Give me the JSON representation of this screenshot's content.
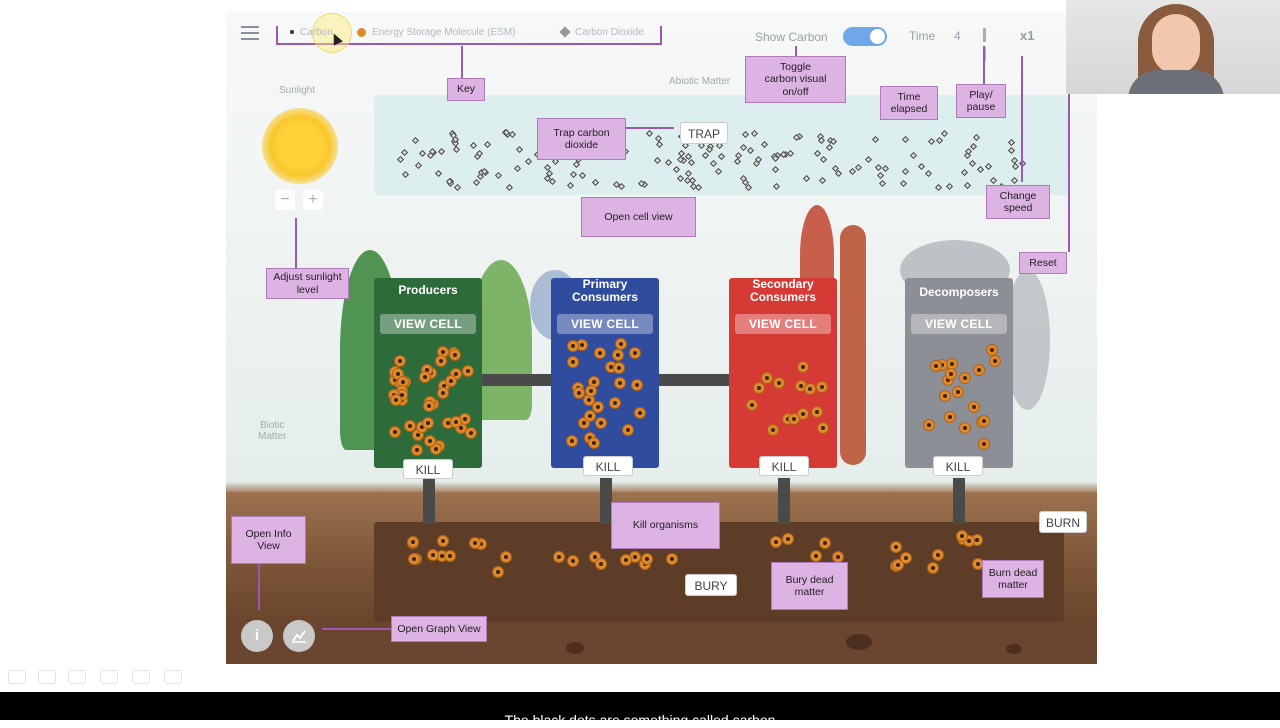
{
  "toolbar": {
    "menu_icon": "hamburger-menu-icon",
    "key_items": {
      "carbon": "Carbon",
      "esm": "Energy Storage Molecule (ESM)",
      "co2": "Carbon Dioxide"
    },
    "show_carbon_label": "Show Carbon",
    "time_label": "Time",
    "time_value": "4",
    "speed_label": "x1"
  },
  "scene": {
    "sunlight_label": "Sunlight",
    "abiotic_label": "Abiotic Matter",
    "biotic_label": "Biotic\nMatter",
    "minus": "−",
    "plus": "+",
    "trap_button": "TRAP",
    "organisms": [
      {
        "title": "Producers",
        "view": "VIEW CELL",
        "kill": "KILL",
        "color": "#2e6b3a"
      },
      {
        "title": "Primary\nConsumers",
        "view": "VIEW CELL",
        "kill": "KILL",
        "color": "#2f4c9e"
      },
      {
        "title": "Secondary\nConsumers",
        "view": "VIEW CELL",
        "kill": "KILL",
        "color": "#d63a35"
      },
      {
        "title": "Decomposers",
        "view": "VIEW CELL",
        "kill": "KILL",
        "color": "#8d8f96"
      }
    ],
    "burn_button": "BURN",
    "bury_button": "BURY",
    "info_button": "i",
    "graph_button": "graph-icon"
  },
  "callouts": {
    "key": "Key",
    "toggle": "Toggle\ncarbon visual\non/off",
    "time_elapsed": "Time\nelapsed",
    "play_pause": "Play/\npause",
    "trap": "Trap carbon\ndioxide",
    "change_speed": "Change\nspeed",
    "open_cell": "Open cell view",
    "reset": "Reset",
    "adjust_sunlight": "Adjust sunlight\nlevel",
    "kill_organisms": "Kill organisms",
    "open_info": "Open Info\nView",
    "burn_dead": "Burn dead\nmatter",
    "bury_dead": "Bury dead\nmatter",
    "open_graph": "Open Graph View"
  },
  "subtitle": "The black dots are something called carbon"
}
